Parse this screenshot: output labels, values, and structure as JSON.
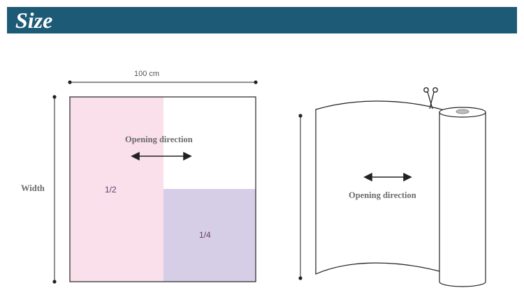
{
  "header": {
    "title": "Size"
  },
  "left_diagram": {
    "top_dimension": "100 cm",
    "side_dimension": "Width",
    "direction_label": "Opening direction",
    "half_label": "1/2",
    "quarter_label": "1/4"
  },
  "right_diagram": {
    "direction_label": "Opening direction",
    "scissors_icon": "scissors-icon"
  },
  "colors": {
    "header_bg": "#1c5a76",
    "half_fill": "#f9e0ea",
    "quarter_fill": "#d6cde6"
  }
}
